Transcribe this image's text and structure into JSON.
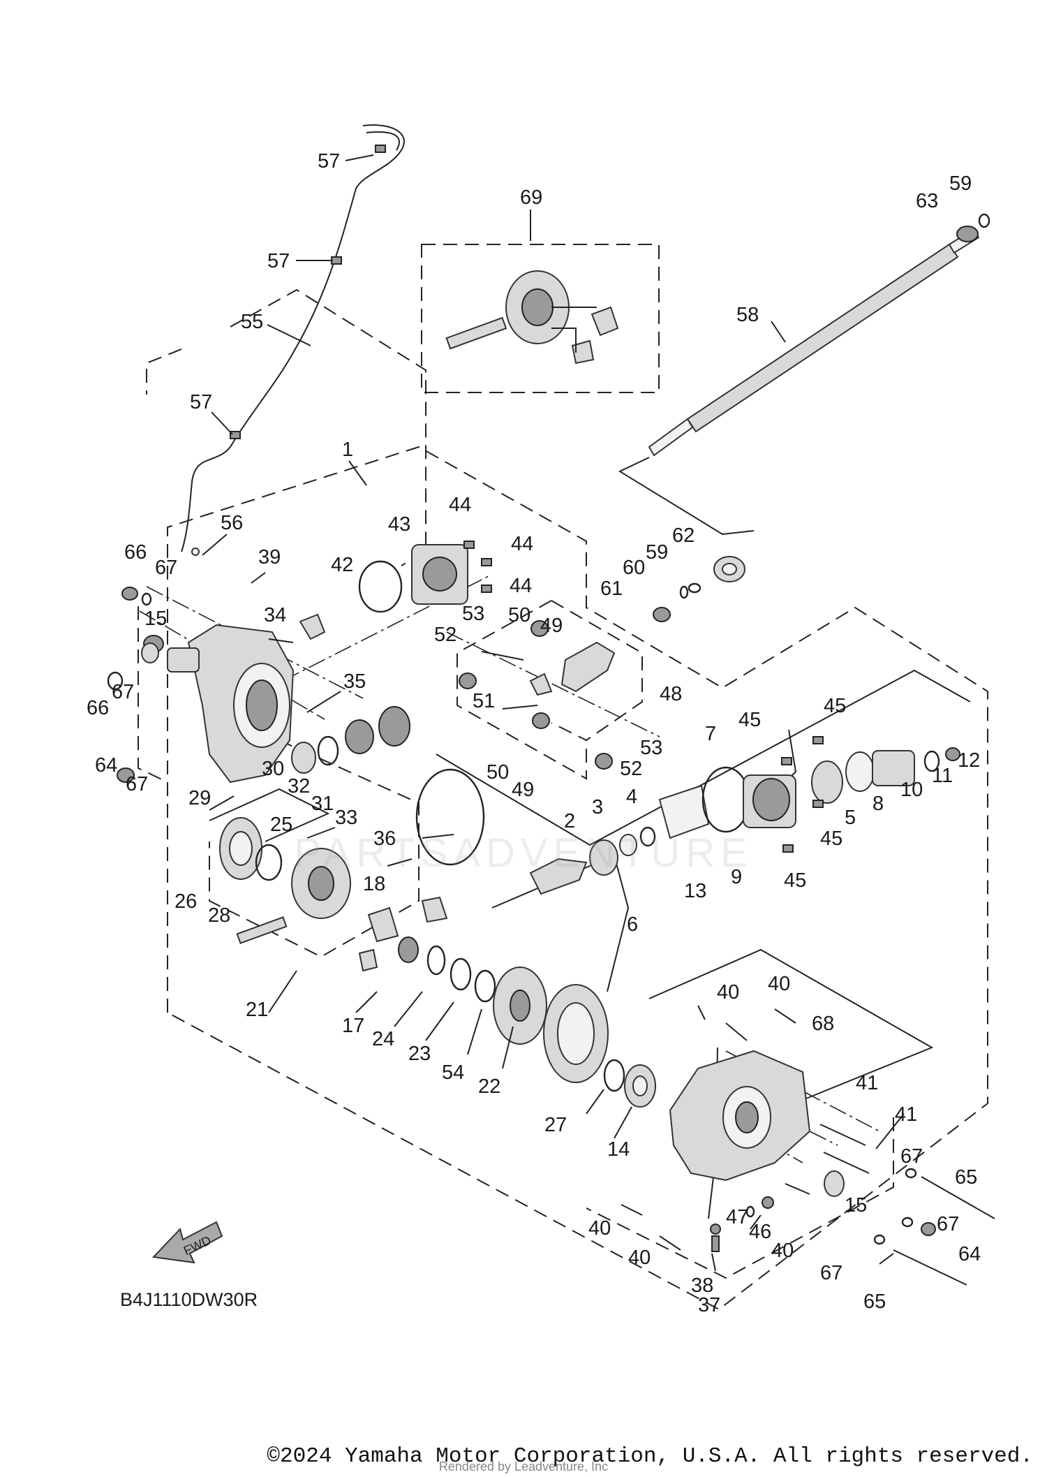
{
  "diagram_code": "B4J1110DW30R",
  "fwd_label": "FWD",
  "watermark": "PARTSADVENTURE",
  "rendered_by": "Rendered by Leadventure, Inc",
  "copyright": "©2024 Yamaha Motor Corporation, U.S.A. All rights reserved.",
  "callouts": [
    {
      "id": "c57a",
      "text": "57"
    },
    {
      "id": "c57b",
      "text": "57"
    },
    {
      "id": "c55",
      "text": "55"
    },
    {
      "id": "c57c",
      "text": "57"
    },
    {
      "id": "c69",
      "text": "69"
    },
    {
      "id": "c63",
      "text": "63"
    },
    {
      "id": "c59a",
      "text": "59"
    },
    {
      "id": "c58",
      "text": "58"
    },
    {
      "id": "c1",
      "text": "1"
    },
    {
      "id": "c56",
      "text": "56"
    },
    {
      "id": "c39",
      "text": "39"
    },
    {
      "id": "c66a",
      "text": "66"
    },
    {
      "id": "c67a",
      "text": "67"
    },
    {
      "id": "c43",
      "text": "43"
    },
    {
      "id": "c44a",
      "text": "44"
    },
    {
      "id": "c44b",
      "text": "44"
    },
    {
      "id": "c44c",
      "text": "44"
    },
    {
      "id": "c42",
      "text": "42"
    },
    {
      "id": "c62",
      "text": "62"
    },
    {
      "id": "c59b",
      "text": "59"
    },
    {
      "id": "c60",
      "text": "60"
    },
    {
      "id": "c61",
      "text": "61"
    },
    {
      "id": "c34",
      "text": "34"
    },
    {
      "id": "c15a",
      "text": "15"
    },
    {
      "id": "c52a",
      "text": "52"
    },
    {
      "id": "c53a",
      "text": "53"
    },
    {
      "id": "c50a",
      "text": "50"
    },
    {
      "id": "c49a",
      "text": "49"
    },
    {
      "id": "c66b",
      "text": "66"
    },
    {
      "id": "c67b",
      "text": "67"
    },
    {
      "id": "c35",
      "text": "35"
    },
    {
      "id": "c51",
      "text": "51"
    },
    {
      "id": "c48",
      "text": "48"
    },
    {
      "id": "c64a",
      "text": "64"
    },
    {
      "id": "c67c",
      "text": "67"
    },
    {
      "id": "c30",
      "text": "30"
    },
    {
      "id": "c32",
      "text": "32"
    },
    {
      "id": "c31",
      "text": "31"
    },
    {
      "id": "c33",
      "text": "33"
    },
    {
      "id": "c29",
      "text": "29"
    },
    {
      "id": "c50b",
      "text": "50"
    },
    {
      "id": "c49b",
      "text": "49"
    },
    {
      "id": "c52b",
      "text": "52"
    },
    {
      "id": "c53b",
      "text": "53"
    },
    {
      "id": "c45a",
      "text": "45"
    },
    {
      "id": "c45b",
      "text": "45"
    },
    {
      "id": "c7",
      "text": "7"
    },
    {
      "id": "c12",
      "text": "12"
    },
    {
      "id": "c11",
      "text": "11"
    },
    {
      "id": "c10",
      "text": "10"
    },
    {
      "id": "c8",
      "text": "8"
    },
    {
      "id": "c5",
      "text": "5"
    },
    {
      "id": "c45c",
      "text": "45"
    },
    {
      "id": "c45d",
      "text": "45"
    },
    {
      "id": "c3",
      "text": "3"
    },
    {
      "id": "c4",
      "text": "4"
    },
    {
      "id": "c2",
      "text": "2"
    },
    {
      "id": "c36",
      "text": "36"
    },
    {
      "id": "c9",
      "text": "9"
    },
    {
      "id": "c13",
      "text": "13"
    },
    {
      "id": "c25",
      "text": "25"
    },
    {
      "id": "c18",
      "text": "18"
    },
    {
      "id": "c26",
      "text": "26"
    },
    {
      "id": "c28",
      "text": "28"
    },
    {
      "id": "c6",
      "text": "6"
    },
    {
      "id": "c21",
      "text": "21"
    },
    {
      "id": "c17",
      "text": "17"
    },
    {
      "id": "c24",
      "text": "24"
    },
    {
      "id": "c23",
      "text": "23"
    },
    {
      "id": "c54",
      "text": "54"
    },
    {
      "id": "c22",
      "text": "22"
    },
    {
      "id": "c40a",
      "text": "40"
    },
    {
      "id": "c40b",
      "text": "40"
    },
    {
      "id": "c68",
      "text": "68"
    },
    {
      "id": "c27",
      "text": "27"
    },
    {
      "id": "c14",
      "text": "14"
    },
    {
      "id": "c41a",
      "text": "41"
    },
    {
      "id": "c41b",
      "text": "41"
    },
    {
      "id": "c67d",
      "text": "67"
    },
    {
      "id": "c65a",
      "text": "65"
    },
    {
      "id": "c40c",
      "text": "40"
    },
    {
      "id": "c47",
      "text": "47"
    },
    {
      "id": "c46",
      "text": "46"
    },
    {
      "id": "c15b",
      "text": "15"
    },
    {
      "id": "c67e",
      "text": "67"
    },
    {
      "id": "c64b",
      "text": "64"
    },
    {
      "id": "c40d",
      "text": "40"
    },
    {
      "id": "c40e",
      "text": "40"
    },
    {
      "id": "c38",
      "text": "38"
    },
    {
      "id": "c37",
      "text": "37"
    },
    {
      "id": "c67f",
      "text": "67"
    },
    {
      "id": "c65b",
      "text": "65"
    }
  ]
}
